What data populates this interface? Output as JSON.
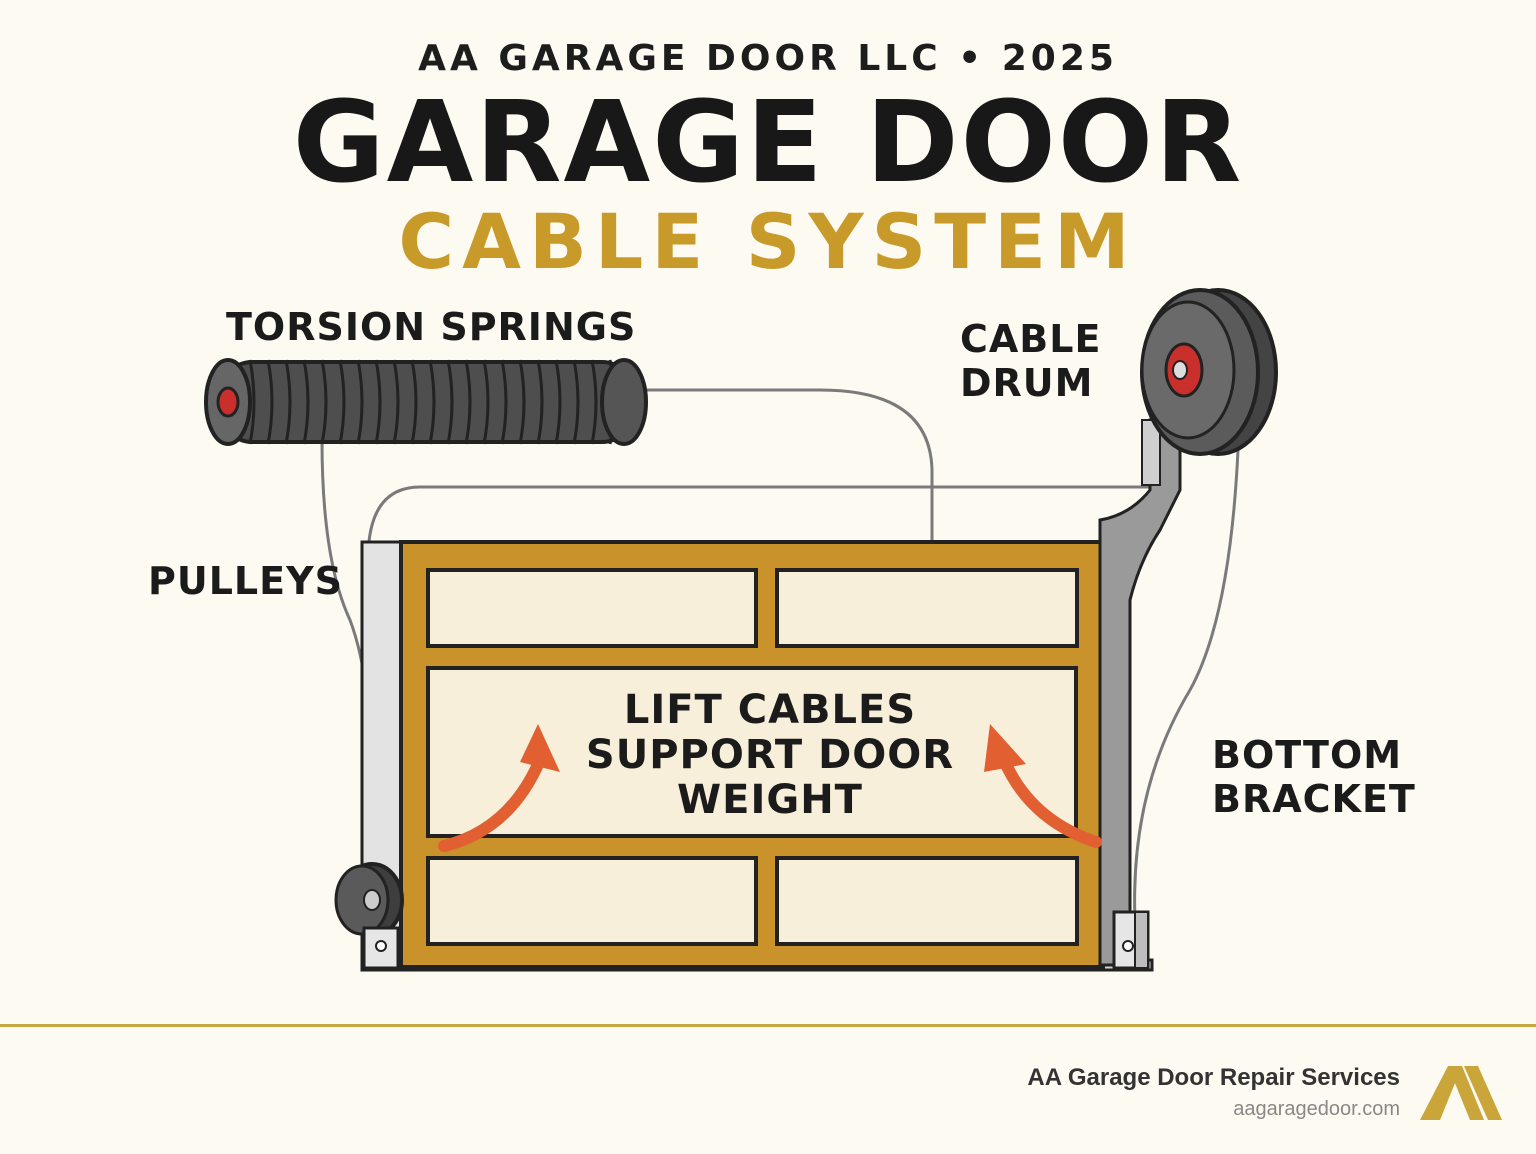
{
  "header": {
    "kicker": "AA GARAGE DOOR LLC • 2025",
    "title": "GARAGE DOOR",
    "subtitle": "CABLE SYSTEM"
  },
  "labels": {
    "torsion_springs": "TORSION SPRINGS",
    "cable_drum_line1": "CABLE",
    "cable_drum_line2": "DRUM",
    "pulleys": "PULLEYS",
    "center_line1": "LIFT CABLES",
    "center_line2": "SUPPORT DOOR",
    "center_line3": "WEIGHT",
    "bottom_bracket_line1": "BOTTOM",
    "bottom_bracket_line2": "BRACKET"
  },
  "footer": {
    "company": "AA Garage Door Repair Services",
    "website": "aagaragedoor.com"
  },
  "colors": {
    "background": "#fdfaf2",
    "accent_gold": "#c89a2a",
    "door_frame": "#c9922a",
    "panel": "#f7efd9",
    "arrow": "#e25f32",
    "spring": "#555555",
    "cable": "#777777"
  },
  "icons": [
    "torsion-spring-icon",
    "cable-drum-icon",
    "pulley-icon",
    "bottom-bracket-icon",
    "lift-arrow-icon",
    "company-logo-icon"
  ]
}
